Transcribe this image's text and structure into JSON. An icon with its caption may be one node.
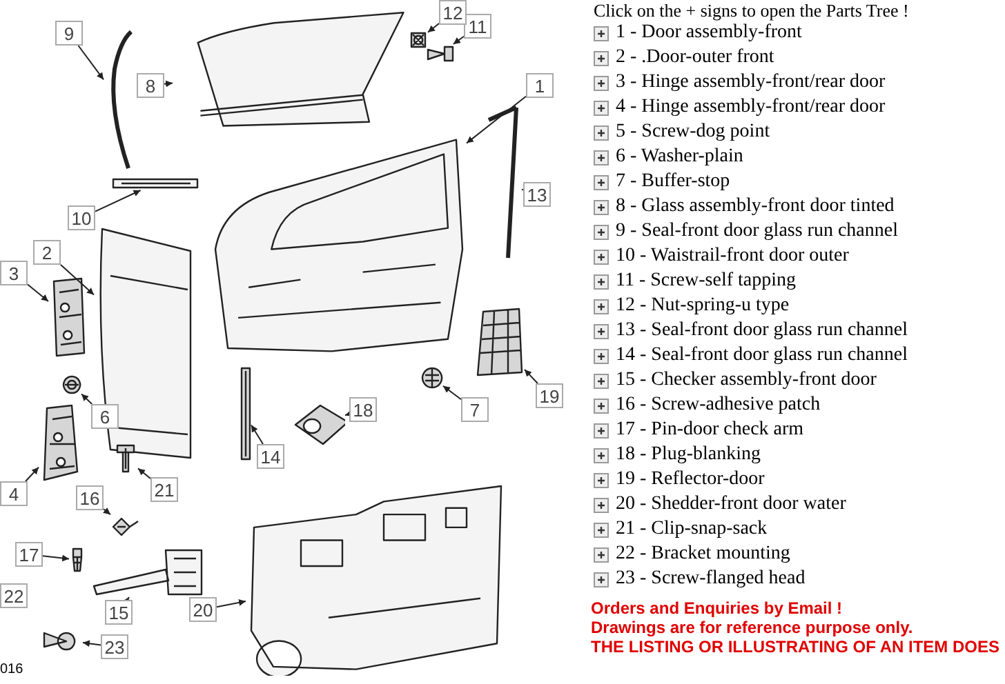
{
  "diagram": {
    "nodes": [
      {
        "text": [
          "1"
        ]
      },
      {
        "text": [],
        "shape": "picture"
      },
      {
        "text": [
          "2"
        ]
      },
      {
        "text": [],
        "shape": "picture"
      },
      {
        "text": [
          "3"
        ]
      },
      {
        "text": [],
        "shape": "picture"
      },
      {
        "text": [
          "4"
        ]
      },
      {
        "text": [],
        "shape": "picture"
      },
      {
        "text": [
          "6"
        ]
      },
      {
        "text": [],
        "shape": "picture"
      },
      {
        "text": [
          "7"
        ]
      },
      {
        "text": [],
        "shape": "picture"
      },
      {
        "text": [
          "8"
        ]
      },
      {
        "text": [],
        "shape": "picture"
      },
      {
        "text": [
          "9"
        ]
      },
      {
        "text": [],
        "shape": "picture"
      },
      {
        "text": [
          "10"
        ]
      },
      {
        "text": [],
        "shape": "picture"
      },
      {
        "text": [
          "11"
        ]
      },
      {
        "text": [],
        "shape": "picture"
      },
      {
        "text": [
          "12"
        ]
      },
      {
        "text": [],
        "shape": "picture"
      },
      {
        "text": [
          "13"
        ]
      },
      {
        "text": [],
        "shape": "picture"
      },
      {
        "text": [
          "14"
        ]
      },
      {
        "text": [],
        "shape": "picture"
      },
      {
        "text": [
          "15"
        ]
      },
      {
        "text": [],
        "shape": "picture"
      },
      {
        "text": [
          "16"
        ]
      },
      {
        "text": [],
        "shape": "picture"
      },
      {
        "text": [
          "17"
        ]
      },
      {
        "text": [],
        "shape": "picture"
      },
      {
        "text": [
          "18"
        ]
      },
      {
        "text": [],
        "shape": "picture"
      },
      {
        "text": [
          "19"
        ]
      },
      {
        "text": [],
        "shape": "picture"
      },
      {
        "text": [
          "20"
        ]
      },
      {
        "text": [],
        "shape": "picture"
      },
      {
        "text": [
          "21"
        ]
      },
      {
        "text": [],
        "shape": "picture"
      },
      {
        "text": [
          "23"
        ]
      },
      {
        "text": [],
        "shape": "picture"
      },
      {
        "text": [
          "22"
        ]
      }
    ],
    "edges": [
      {
        "from": 0,
        "to": 1,
        "arrow": "to"
      },
      {
        "from": 2,
        "to": 3,
        "arrow": "to"
      },
      {
        "from": 4,
        "to": 5,
        "arrow": "to"
      },
      {
        "from": 6,
        "to": 7,
        "arrow": "to"
      },
      {
        "from": 8,
        "to": 9,
        "arrow": "to"
      },
      {
        "from": 10,
        "to": 11,
        "arrow": "to"
      },
      {
        "from": 12,
        "to": 13,
        "arrow": "to"
      },
      {
        "from": 14,
        "to": 15,
        "arrow": "to"
      },
      {
        "from": 16,
        "to": 17,
        "arrow": "to"
      },
      {
        "from": 18,
        "to": 19,
        "arrow": "to"
      },
      {
        "from": 20,
        "to": 21,
        "arrow": "to"
      },
      {
        "from": 22,
        "to": 23,
        "arrow": "to"
      },
      {
        "from": 24,
        "to": 25,
        "arrow": "to"
      },
      {
        "from": 26,
        "to": 27,
        "arrow": "to"
      },
      {
        "from": 28,
        "to": 29,
        "arrow": "to"
      },
      {
        "from": 30,
        "to": 31,
        "arrow": "to"
      },
      {
        "from": 32,
        "to": 33,
        "arrow": "to"
      },
      {
        "from": 34,
        "to": 35,
        "arrow": "to"
      },
      {
        "from": 36,
        "to": 37,
        "arrow": "to"
      },
      {
        "from": 38,
        "to": 39,
        "arrow": "to"
      },
      {
        "from": 40,
        "to": 41,
        "arrow": "to"
      }
    ],
    "labels": [
      "Click on the + signs to open the Parts Tree !",
      "1 - Door assembly-front",
      "2 - .Door-outer front",
      "3 - Hinge assembly-front/rear door",
      "4 - Hinge assembly-front/rear door",
      "5 - Screw-dog point",
      "6 - Washer-plain",
      "7 - Buffer-stop",
      "8 - Glass assembly-front door tinted",
      "9 - Seal-front door glass run channel",
      "10 - Waistrail-front door outer",
      "11 - Screw-self tapping",
      "12 - Nut-spring-u type",
      "13 - Seal-front door glass run channel",
      "14 - Seal-front door glass run channel",
      "15 - Checker assembly-front door",
      "16 - Screw-adhesive patch",
      "17 - Pin-door check arm",
      "18 - Plug-blanking",
      "19 - Reflector-door",
      "20 - Shedder-front door water",
      "21 - Clip-snap-sack",
      "22 - Bracket mounting",
      "23 - Screw-flanged head",
      "Orders and Enquiries by Email !",
      "Drawings are for reference purpose only.",
      "THE LISTING OR ILLUSTRATING OF AN ITEM DOES",
      "016"
    ]
  }
}
